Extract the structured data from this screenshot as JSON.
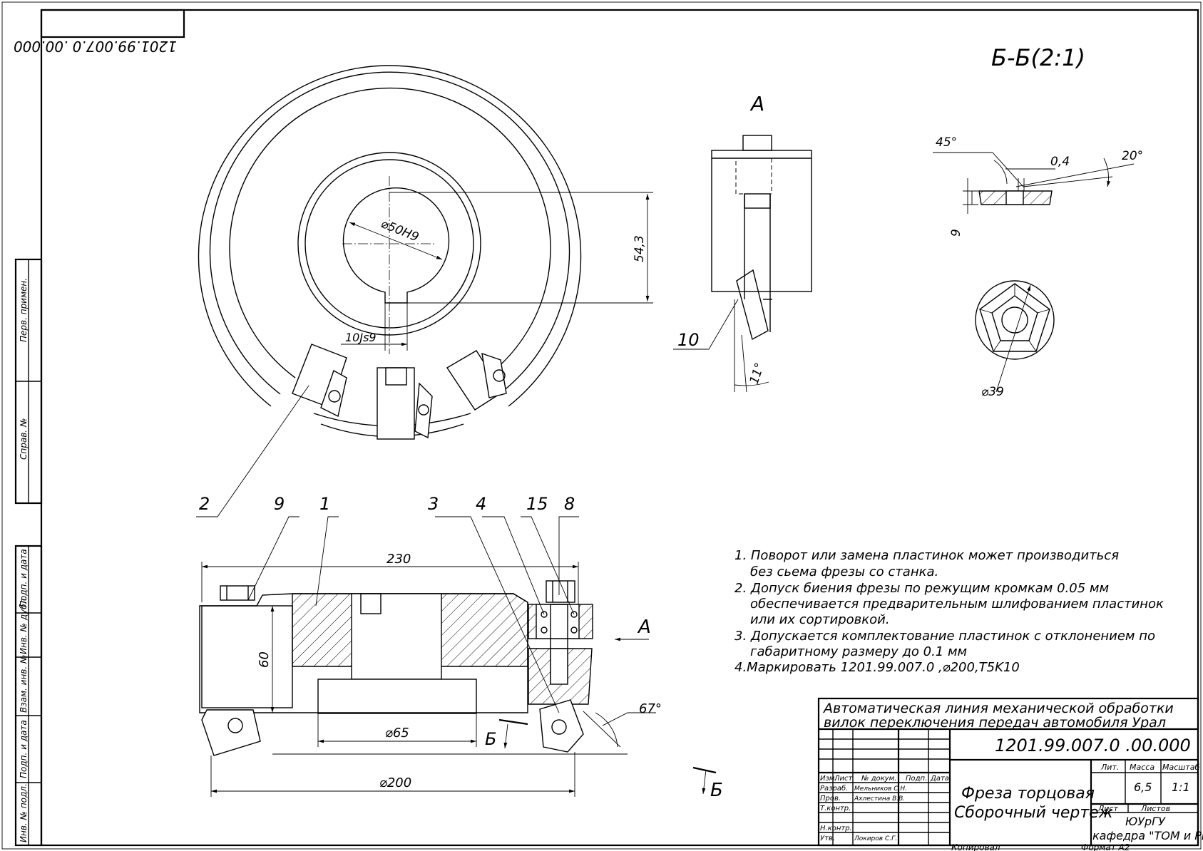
{
  "drawing_code_mirrored": "1201.99.007.0 .00.000",
  "section_title": "Б-Б(2:1)",
  "view_label_a": "А",
  "view_arrow_a": "А",
  "section_mark_b": "Б",
  "dimensions": {
    "bore": "⌀50H9",
    "keyway_depth": "54,3",
    "key_width": "10Js9",
    "overall_length": "230",
    "height": "60",
    "hub_diameter": "⌀65",
    "cutter_diameter": "⌀200",
    "angle_67": "67°",
    "angle_11": "11°",
    "angle_45": "45°",
    "angle_20": "20°",
    "chamfer_04": "0,4",
    "insert_thickness": "9",
    "insert_circle": "⌀39"
  },
  "part_numbers": [
    "2",
    "9",
    "1",
    "3",
    "4",
    "15",
    "8",
    "10"
  ],
  "notes": [
    "1. Поворот или замена пластинок может   производиться",
    "без сьема фрезы со станка.",
    "2.  Допуск  биения  фрезы  по  режущим  кромкам  0.05  мм",
    "обеспечивается  предварительным  шлифованием     пластинок",
    "или их сортировкой.",
    "3.  Допускается  комплектование  пластинок  с  отклонением  по",
    "габаритному размеру до 0.1 мм",
    "4.Маркировать  1201.99.007.0 ,⌀200,T5K10"
  ],
  "left_strip": {
    "perv_primen": "Перв. примен.",
    "sprav": "Справ. №",
    "podp_data_1": "Подп. и дата",
    "vzam_inv": "Взам. инв. №",
    "inv_dubl": "Инв. № дубл.",
    "podp_data_2": "Подп. и дата",
    "inv_podl": "Инв. № подл."
  },
  "title_block": {
    "project_line1": "Автоматическая  линия  механической  обработки",
    "project_line2": "вилок переключения передач автомобиля  Урал",
    "designation": "1201.99.007.0 .00.000",
    "name_line1": "Фреза торцовая",
    "name_line2": "Сборочный чертеж",
    "col_izm": "Изм.",
    "col_list": "Лист",
    "col_doc": "№ докум.",
    "col_podp": "Подп.",
    "col_data": "Дата",
    "razrab_label": "Разраб.",
    "razrab_name": "Мельников С.Н.",
    "prov_label": "Пров.",
    "prov_name": "Ахлестина В.В.",
    "tkontr_label": "Т.контр.",
    "nkontr_label": "Н.контр.",
    "utv_label": "Утв.",
    "utv_name": "Локиров С.Г.",
    "lit_label": "Лит.",
    "massa_label": "Масса",
    "masshtab_label": "Масштаб",
    "massa": "6,5",
    "masshtab": "1:1",
    "list_label": "Лист",
    "listov_label": "Листов",
    "org_line1": "ЮУрГУ",
    "org_line2": "кафедра \"ТОМ и РП\"",
    "kopiroval": "Копировал",
    "format": "Формат   А2"
  }
}
